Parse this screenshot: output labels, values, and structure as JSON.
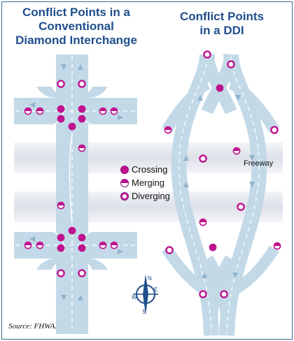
{
  "titles": {
    "left_line1": "Conflict Points in a",
    "left_line2": "Conventional",
    "left_line3": "Diamond Interchange",
    "right_line1": "Conflict Points",
    "right_line2": "in a DDI"
  },
  "legend": {
    "crossing": "Crossing",
    "merging": "Merging",
    "diverging": "Diverging"
  },
  "freeway_label": "Freeway",
  "compass": {
    "n": "N",
    "e": "E",
    "s": "S",
    "w": "W"
  },
  "source": "Source: FHWA.",
  "colors": {
    "road": "#c3d9e8",
    "freeway_band": "#e1e5ec",
    "conflict_point": "#c0148f",
    "title": "#1f4e8c"
  }
}
